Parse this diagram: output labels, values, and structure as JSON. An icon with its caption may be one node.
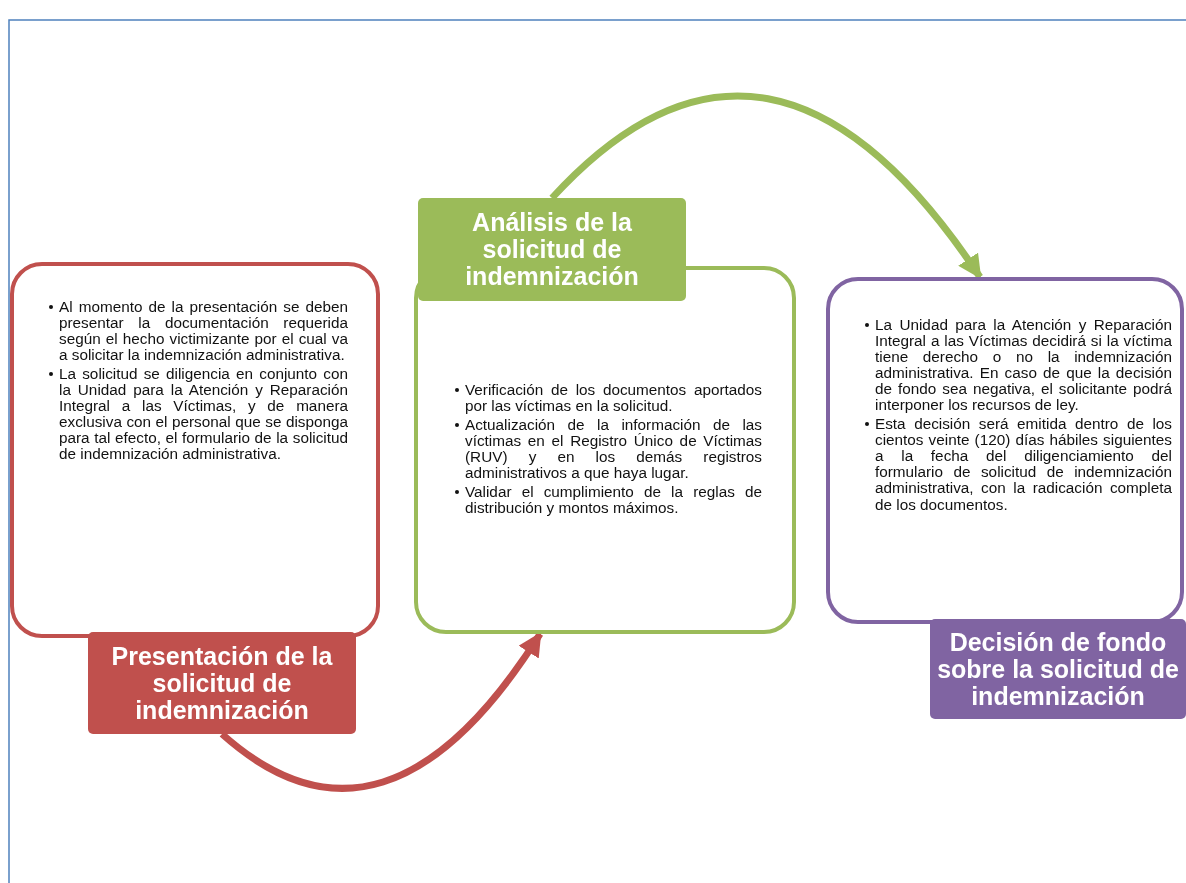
{
  "diagram": {
    "nodes": [
      {
        "text": [
          "Al momento de la presentación se deben presentar la documentación requerida según el hecho victimizante por el cual va a solicitar la indemnización administrativa.",
          "La solicitud se diligencia en conjunto con la Unidad para la Atención y Reparación Integral a las Víctimas, y de manera exclusiva con el personal que se disponga para tal efecto, el formulario de la solicitud de indemnización administrativa."
        ]
      },
      {
        "text": [
          "Presentación de la solicitud de indemnización"
        ]
      },
      {
        "text": [
          "Análisis de la solicitud de indemnización"
        ]
      },
      {
        "text": [
          "Verificación de los documentos aportados por las víctimas en la solicitud.",
          "Actualización de la información de las víctimas en el Registro Único de Víctimas (RUV) y en los demás registros administrativos a que haya lugar.",
          "Validar el cumplimiento de la reglas de distribución y montos máximos."
        ]
      },
      {
        "text": [
          "La Unidad para la Atención y Reparación Integral a las Víctimas decidirá si la víctima tiene derecho o no la indemnización administrativa. En caso de que la decisión de fondo sea negativa, el solicitante podrá interponer los recursos de ley.",
          "Esta decisión será emitida dentro de los cientos veinte (120) días hábiles siguientes a la fecha del diligenciamiento del formulario de solicitud de indemnización administrativa, con la radicación completa de los documentos."
        ]
      },
      {
        "text": [
          "Decisión de fondo sobre la solicitud de indemnización"
        ]
      }
    ],
    "edges": [
      {
        "from": 1,
        "to": 3,
        "arrow": "to",
        "color": "#c0504d"
      },
      {
        "from": 2,
        "to": 4,
        "arrow": "to",
        "color": "#9bbb59"
      }
    ]
  }
}
